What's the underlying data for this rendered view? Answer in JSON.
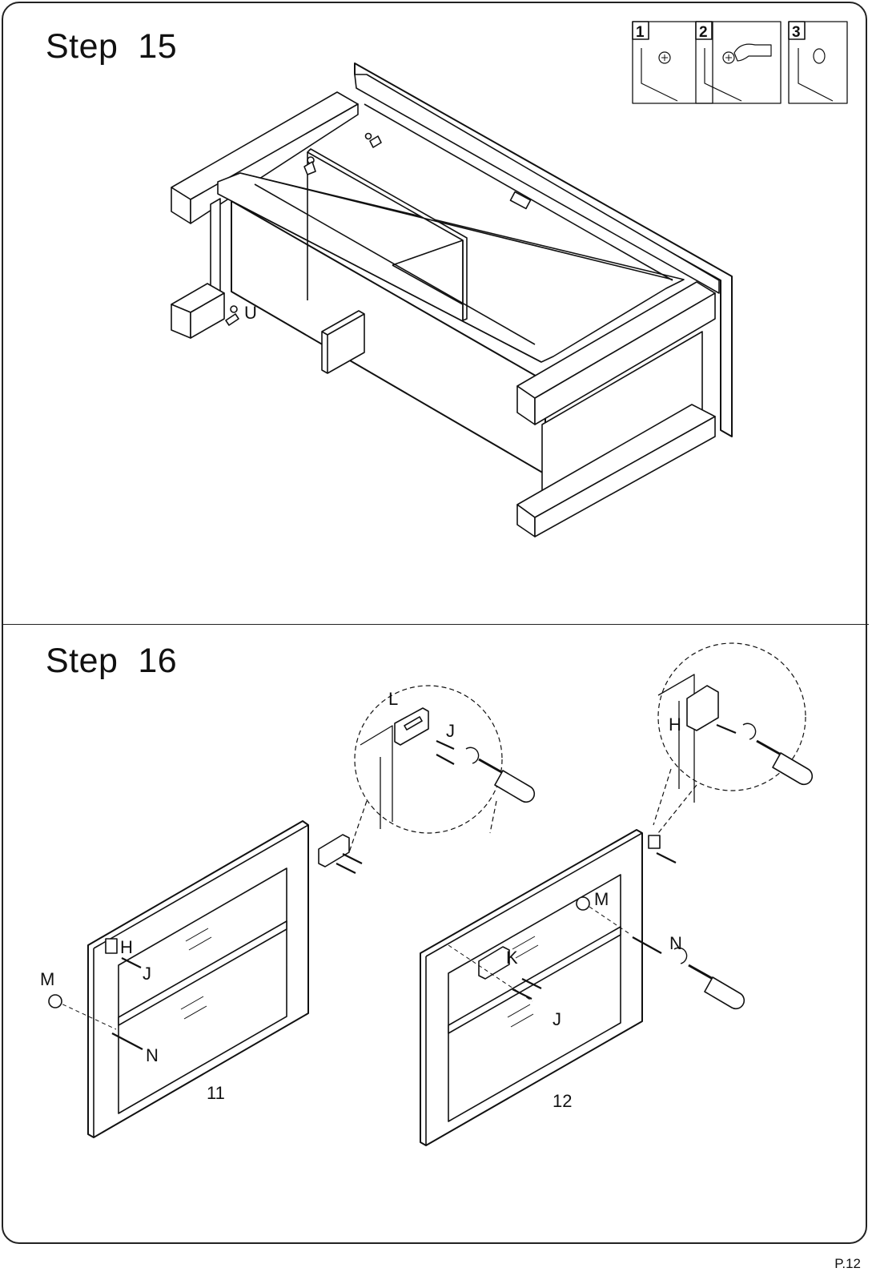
{
  "step15": {
    "title": "Step  15",
    "hardware_label": "U",
    "substeps": [
      "1",
      "2",
      "3"
    ]
  },
  "step16": {
    "title": "Step  16",
    "detail_left": {
      "bracket": "L",
      "screw": "J"
    },
    "detail_right": {
      "plate": "H"
    },
    "panel_left": {
      "number": "11",
      "plate": "H",
      "screw_top": "J",
      "knob": "M",
      "screw_knob": "N"
    },
    "panel_right": {
      "number": "12",
      "knob": "M",
      "screw_knob": "N",
      "bracket": "K",
      "screw": "J"
    }
  },
  "page": {
    "number": "P.12"
  }
}
